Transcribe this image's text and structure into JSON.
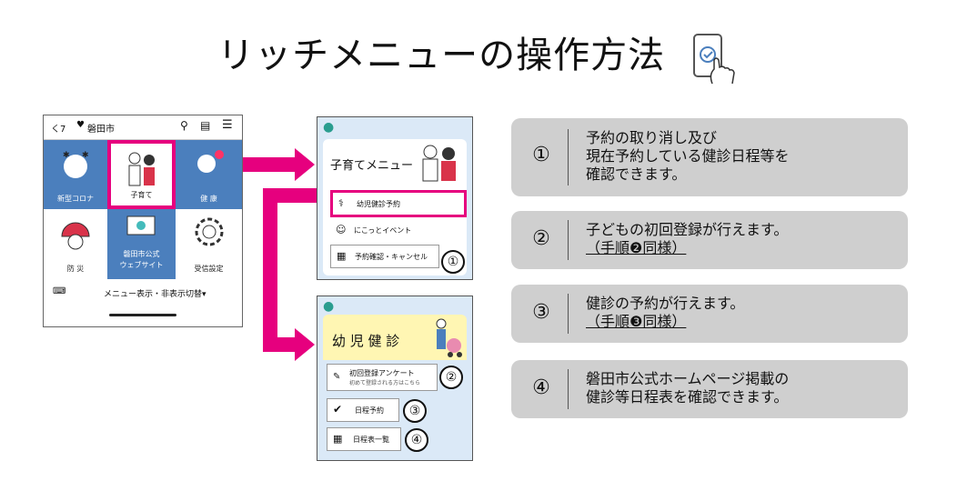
{
  "title": "リッチメニューの操作方法",
  "phone1": {
    "back_label": "く7",
    "city": "磐田市",
    "tiles": [
      {
        "label": "新型コロナ"
      },
      {
        "label": "子育て"
      },
      {
        "label": "健 康"
      },
      {
        "label": "防 災"
      },
      {
        "label_line1": "磐田市公式",
        "label_line2": "ウェブサイト"
      },
      {
        "label": "受信設定"
      }
    ],
    "toggle_label": "メニュー表示・非表示切替▾"
  },
  "phone2": {
    "header": "子育てメニュー",
    "items": [
      {
        "label": "幼児健診予約"
      },
      {
        "label": "にこっとイベント"
      },
      {
        "label": "予約確認・キャンセル"
      }
    ],
    "marker": "①"
  },
  "phone3": {
    "header": "幼 児 健 診",
    "items": [
      {
        "label": "初回登録アンケート",
        "sub": "初めて登録される方はこちら"
      },
      {
        "label": "日程予約"
      },
      {
        "label": "日程表一覧"
      }
    ],
    "markers": [
      "②",
      "③",
      "④"
    ]
  },
  "info": [
    {
      "num": "①",
      "lines": [
        "予約の取り消し及び",
        "現在予約している健診日程等を",
        "確認できます。"
      ]
    },
    {
      "num": "②",
      "lines": [
        "子どもの初回登録が行えます。"
      ],
      "link": "（手順❷同様）"
    },
    {
      "num": "③",
      "lines": [
        "健診の予約が行えます。"
      ],
      "link": "（手順❸同様）"
    },
    {
      "num": "④",
      "lines": [
        "磐田市公式ホームページ掲載の",
        "健診等日程表を確認できます。"
      ]
    }
  ],
  "colors": {
    "accent": "#e6007e",
    "tile_blue": "#4b7fbd",
    "info_bg": "#cfcfcf",
    "phone_bg": "#dbe9f7",
    "kenshin_bg": "#fff6b3"
  }
}
